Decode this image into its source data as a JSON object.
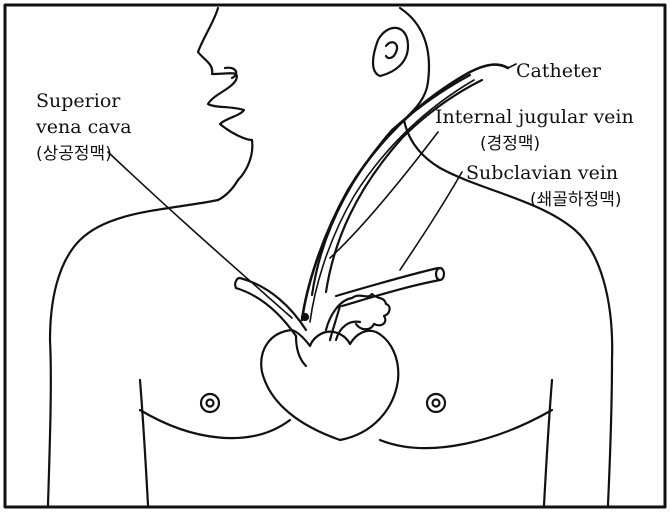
{
  "labels": {
    "catheter": "Catheter",
    "internal_jugular": "Internal jugular vein",
    "internal_jugular_ko": "(경정맥)",
    "subclavian": "Subclavian vein",
    "subclavian_ko": "(쇄골하정맥)",
    "svc_line1": "Superior",
    "svc_line2": "vena cava",
    "svc_ko": "(상공정맥)"
  },
  "colors": {
    "ink": "#111111",
    "paper": "#ffffff"
  }
}
